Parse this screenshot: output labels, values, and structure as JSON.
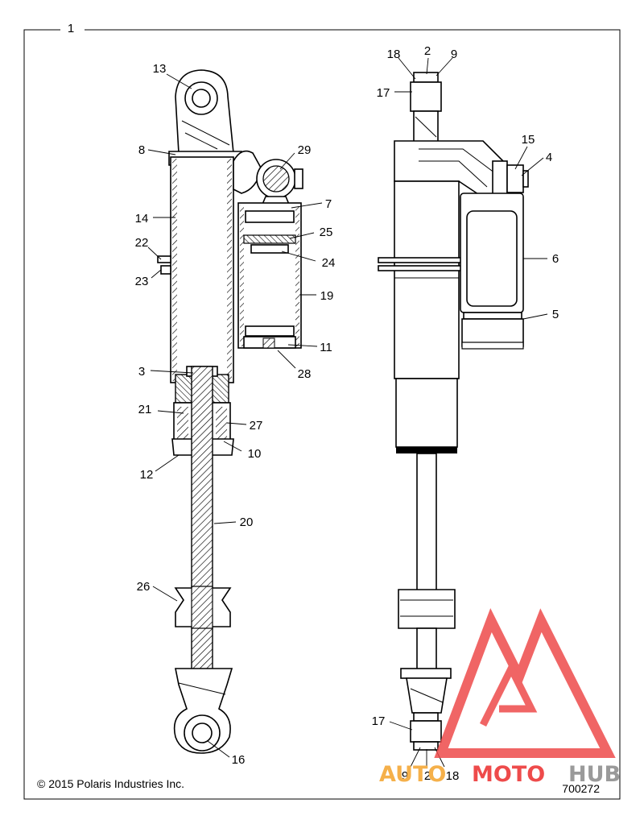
{
  "diagram": {
    "frame_label": "1",
    "callouts": {
      "c13": "13",
      "c8": "8",
      "c14": "14",
      "c22": "22",
      "c23": "23",
      "c29": "29",
      "c7": "7",
      "c25": "25",
      "c24": "24",
      "c19": "19",
      "c11": "11",
      "c28": "28",
      "c3": "3",
      "c21": "21",
      "c27": "27",
      "c10": "10",
      "c12": "12",
      "c20": "20",
      "c26": "26",
      "c16": "16",
      "c18a": "18",
      "c2a": "2",
      "c9a": "9",
      "c17a": "17",
      "c15": "15",
      "c4": "4",
      "c6": "6",
      "c5": "5",
      "c17b": "17",
      "c9b": "9",
      "c2b": "2",
      "c18b": "18"
    },
    "copyright": "© 2015 Polaris Industries Inc.",
    "diagram_number": "700272"
  },
  "watermark": {
    "part1": "AUTO",
    "part2": "MOTO",
    "part3": "HUB",
    "color_orange": "#f5b04a",
    "color_red": "#ee4b4b",
    "color_gray": "#9a9a9a"
  }
}
